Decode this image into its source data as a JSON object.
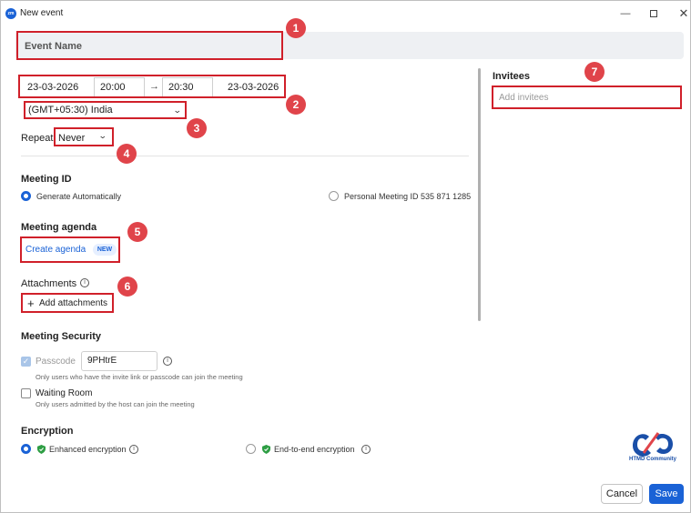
{
  "window": {
    "title": "New event",
    "app_icon_text": "zm"
  },
  "event": {
    "name_placeholder": "Event Name"
  },
  "datetime": {
    "start_date": "23-03-2026",
    "start_time": "20:00",
    "end_time": "20:30",
    "end_date": "23-03-2026",
    "arrow": "→"
  },
  "timezone": {
    "value": "(GMT+05:30) India"
  },
  "repeat": {
    "label": "Repeat",
    "value": "Never"
  },
  "meeting_id": {
    "heading": "Meeting ID",
    "generate_label": "Generate Automatically",
    "personal_label": "Personal Meeting ID 535 871 1285"
  },
  "agenda": {
    "heading": "Meeting agenda",
    "create_label": "Create agenda",
    "badge": "NEW"
  },
  "attachments": {
    "heading": "Attachments",
    "add_label": "Add attachments",
    "plus": "+"
  },
  "security": {
    "heading": "Meeting Security",
    "passcode_label": "Passcode",
    "passcode_value": "9PHtrE",
    "passcode_hint": "Only users who have the invite link or passcode can join the meeting",
    "waiting_label": "Waiting Room",
    "waiting_hint": "Only users admitted by the host can join the meeting"
  },
  "encryption": {
    "heading": "Encryption",
    "enhanced_label": "Enhanced encryption",
    "e2e_label": "End-to-end encryption"
  },
  "invitees": {
    "heading": "Invitees",
    "placeholder": "Add invitees"
  },
  "buttons": {
    "cancel": "Cancel",
    "save": "Save"
  },
  "callouts": [
    "1",
    "2",
    "3",
    "4",
    "5",
    "6",
    "7"
  ],
  "logo": {
    "text": "HTMD Community"
  },
  "colors": {
    "accent": "#1a62d6",
    "annotation": "#d0202a",
    "callout": "#e0444a"
  }
}
